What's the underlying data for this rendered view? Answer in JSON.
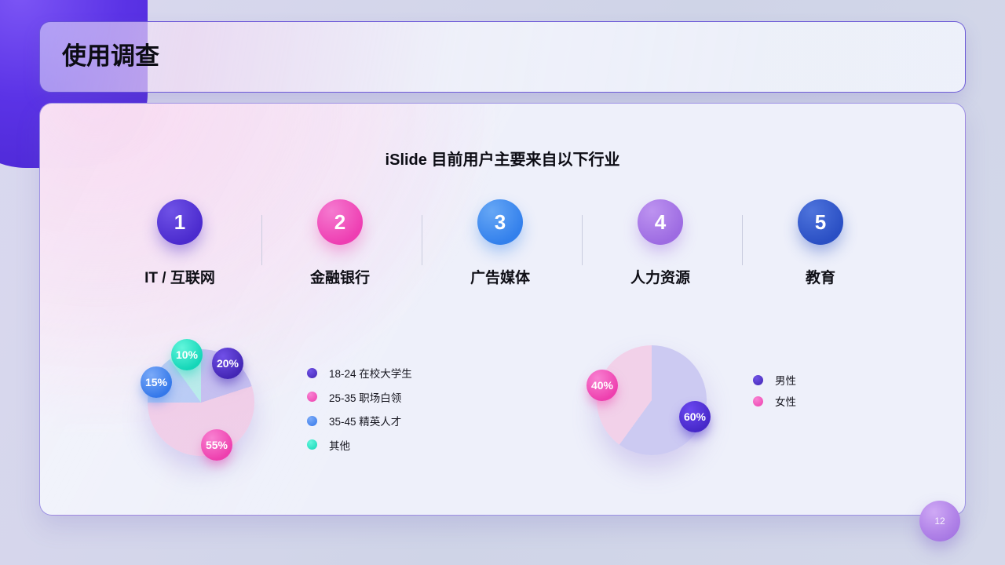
{
  "header": {
    "title": "使用调查"
  },
  "main": {
    "title": "iSlide 目前用户主要来自以下行业",
    "industries": [
      {
        "num": "1",
        "label": "IT / 互联网",
        "color": "#4B2BCE"
      },
      {
        "num": "2",
        "label": "金融银行",
        "color": "#EE3EB2"
      },
      {
        "num": "3",
        "label": "广告媒体",
        "color": "#3380EC"
      },
      {
        "num": "4",
        "label": "人力资源",
        "color": "#9D6BE2"
      },
      {
        "num": "5",
        "label": "教育",
        "color": "#2A4FC4"
      }
    ]
  },
  "chart_data": [
    {
      "type": "pie",
      "labels": [
        "18-24 在校大学生",
        "25-35 职场白领",
        "35-45 精英人才",
        "其他"
      ],
      "values": [
        20,
        55,
        15,
        10
      ],
      "unit": "%",
      "badges": [
        "20%",
        "55%",
        "15%",
        "10%"
      ],
      "colors": [
        "#4B2BCC",
        "#F04CB4",
        "#3E86F2",
        "#27E4C6"
      ],
      "legend_position": "right",
      "start_angle_deg": 0,
      "direction": "clockwise"
    },
    {
      "type": "pie",
      "labels": [
        "男性",
        "女性"
      ],
      "values": [
        60,
        40
      ],
      "unit": "%",
      "badges": [
        "60%",
        "40%"
      ],
      "colors": [
        "#4B2BD6",
        "#F04CB4"
      ],
      "legend_position": "right",
      "start_angle_deg": 0,
      "direction": "clockwise"
    }
  ],
  "footer": {
    "page_number": "12"
  }
}
